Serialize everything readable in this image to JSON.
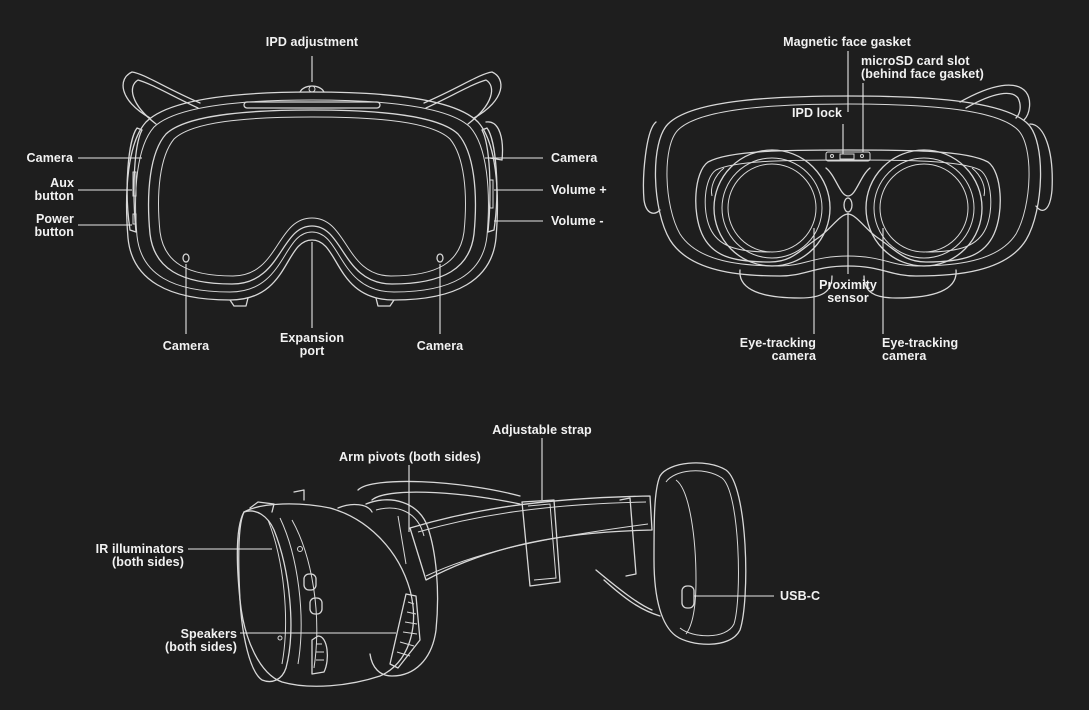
{
  "views": {
    "front": {
      "labels": {
        "ipd_adjustment": "IPD adjustment",
        "camera_left_top": "Camera",
        "aux_button": "Aux\nbutton",
        "power_button": "Power\nbutton",
        "camera_right_top": "Camera",
        "volume_up": "Volume +",
        "volume_down": "Volume -",
        "camera_bottom_left": "Camera",
        "expansion_port": "Expansion\nport",
        "camera_bottom_right": "Camera"
      }
    },
    "rear": {
      "labels": {
        "magnetic_face_gasket": "Magnetic face gasket",
        "microsd_slot": "microSD card slot\n(behind face gasket)",
        "ipd_lock": "IPD lock",
        "proximity_sensor": "Proximity\nsensor",
        "eye_tracking_left": "Eye-tracking\ncamera",
        "eye_tracking_right": "Eye-tracking\ncamera"
      }
    },
    "side": {
      "labels": {
        "adjustable_strap": "Adjustable strap",
        "arm_pivots": "Arm pivots (both sides)",
        "ir_illuminators": "IR illuminators\n(both sides)",
        "speakers": "Speakers\n(both sides)",
        "usb_c": "USB-C"
      }
    }
  },
  "colors": {
    "background": "#1e1e1e",
    "line": "#d8d8d8",
    "text": "#f2f2f2"
  }
}
